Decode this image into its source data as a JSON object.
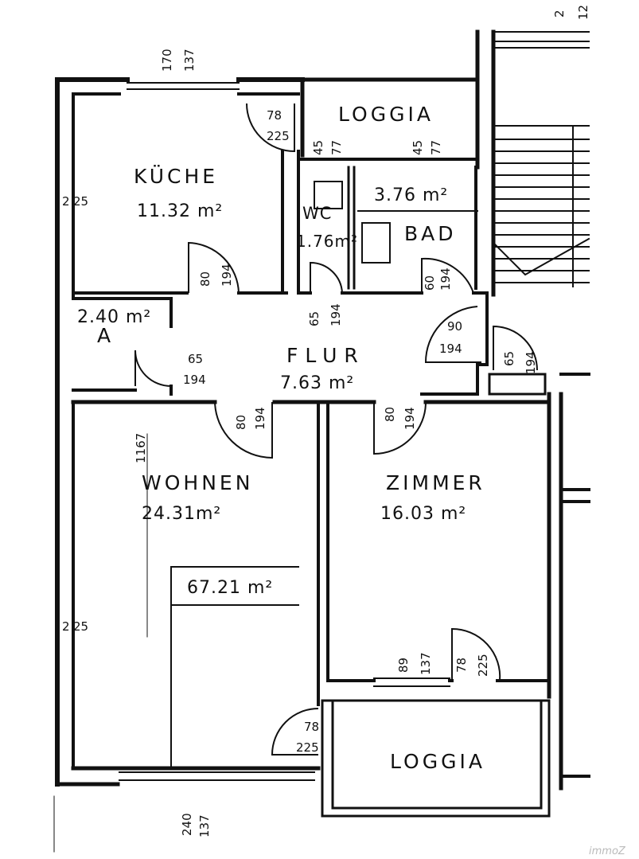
{
  "rooms": {
    "kueche": {
      "name": "KÜCHE",
      "area": "11.32 m²"
    },
    "loggia_top": {
      "name": "LOGGIA"
    },
    "wc": {
      "name": "WC",
      "area": "1.76m²"
    },
    "bad": {
      "name": "BAD",
      "area": "3.76 m²"
    },
    "abstell": {
      "name": "A",
      "area": "2.40 m²"
    },
    "flur": {
      "name": "FLUR",
      "area": "7.63 m²"
    },
    "wohnen": {
      "name": "WOHNEN",
      "area": "24.31m²"
    },
    "zimmer": {
      "name": "ZIMMER",
      "area": "16.03 m²"
    },
    "loggia_bottom": {
      "name": "LOGGIA"
    }
  },
  "total_area": "67.21 m²",
  "dimensions": {
    "top_window_a": "170",
    "top_window_b": "137",
    "kueche_door_w": "78",
    "kueche_door_h": "225",
    "wc_win_a": "45",
    "wc_win_b": "77",
    "bad_win_a": "45",
    "bad_win_b": "77",
    "wall_left_a": "2",
    "wall_left_b": "25",
    "kueche_entry_w": "80",
    "kueche_entry_h": "194",
    "wc_entry_w": "65",
    "wc_entry_h": "194",
    "bad_entry_w": "60",
    "bad_entry_h": "194",
    "flur_right_w": "90",
    "flur_right_h": "194",
    "small_door_w": "65",
    "small_door_h": "194",
    "abstell_door_w": "65",
    "abstell_door_h": "194",
    "wohnen_entry_w": "80",
    "wohnen_entry_h": "194",
    "zimmer_entry_w": "80",
    "zimmer_entry_h": "194",
    "overall_depth": "1167",
    "wall_left2_a": "2",
    "wall_left2_b": "25",
    "zimmer_win_a": "89",
    "zimmer_win_b": "137",
    "zimmer_door_w": "78",
    "zimmer_door_h": "225",
    "wohnen_door_w": "78",
    "wohnen_door_h": "225",
    "bottom_win_a": "240",
    "bottom_win_b": "137",
    "corner_a": "2",
    "corner_b": "12"
  },
  "watermark": "immoZ"
}
